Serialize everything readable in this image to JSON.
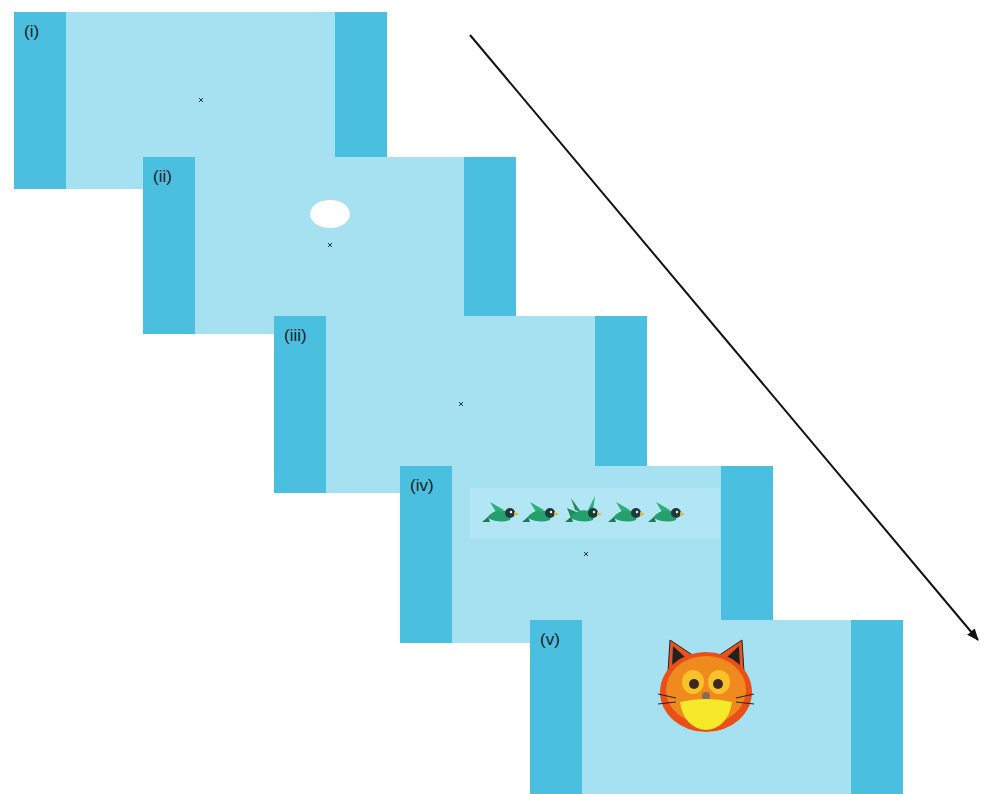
{
  "diagram": {
    "nodes": [
      {
        "text": [
          "(i)"
        ]
      },
      {
        "text": [
          "(ii)"
        ]
      },
      {
        "text": [
          "(iii)"
        ]
      },
      {
        "text": [
          "(iv)"
        ]
      },
      {
        "text": [
          "(v)"
        ]
      }
    ]
  }
}
